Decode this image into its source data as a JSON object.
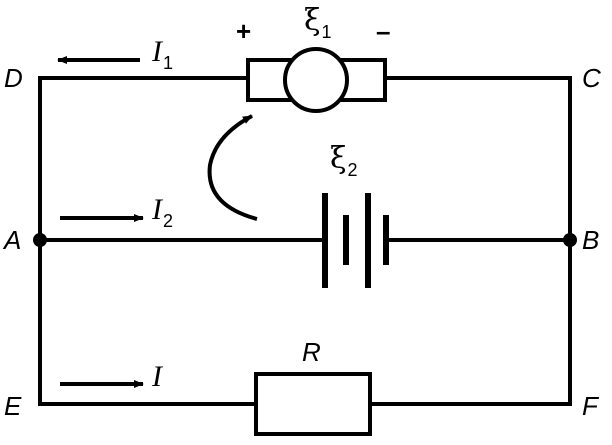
{
  "nodes": {
    "D": "D",
    "C": "C",
    "A": "A",
    "B": "B",
    "E": "E",
    "F": "F"
  },
  "currents": {
    "I1": {
      "symbol": "I",
      "sub": "1"
    },
    "I2": {
      "symbol": "I",
      "sub": "2"
    },
    "I": {
      "symbol": "I"
    }
  },
  "emf1": {
    "symbol": "ξ",
    "sub": "1",
    "plus": "+",
    "minus": "–"
  },
  "emf2": {
    "symbol": "ξ",
    "sub": "2"
  },
  "resistor": {
    "label": "R"
  }
}
